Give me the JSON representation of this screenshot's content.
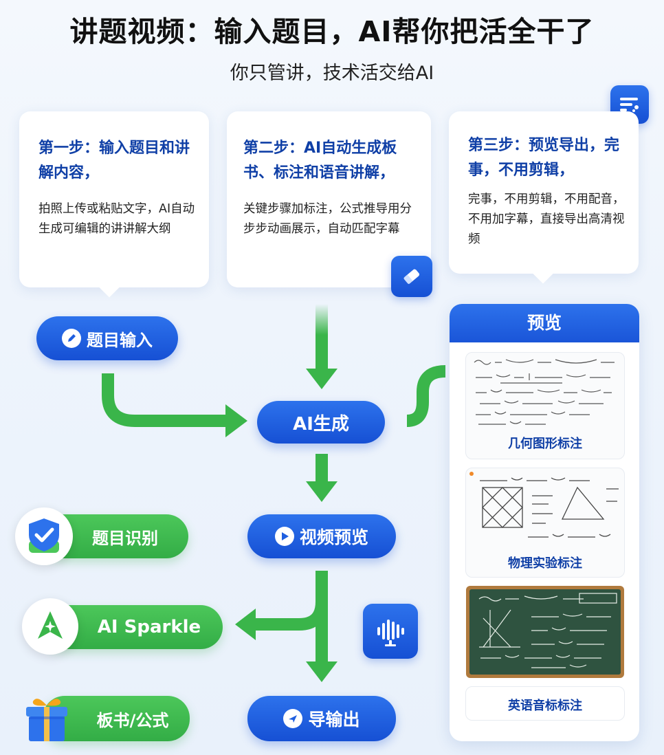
{
  "title": "讲题视频：输入题目，AI帮你把活全干了",
  "subtitle": "你只管讲，技术活交给AI",
  "steps": [
    {
      "title": "第一步：输入题目和讲解内容，",
      "desc": "拍照上传或粘贴文字，AI自动生成可编辑的讲讲解大纲"
    },
    {
      "title": "第二步：AI自动生成板书、标注和语音讲解，",
      "desc": "关键步骤加标注，公式推导用分步步动画展示，自动匹配字幕"
    },
    {
      "title": "第三步：预览导出，完事，不用剪辑，",
      "desc": "完事，不用剪辑，不用配音，不用加字幕，直接导出高清视频"
    }
  ],
  "flow": {
    "topic_input": "题目输入",
    "ai_generate": "AI生成",
    "video_preview": "视频预览",
    "export": "导输出"
  },
  "features": [
    {
      "label": "题目识别",
      "icon": "shield-check-icon"
    },
    {
      "label": "AI Sparkle",
      "icon": "sparkle-arrow-icon"
    },
    {
      "label": "板书/公式",
      "icon": "gift-box-icon"
    }
  ],
  "preview": {
    "header": "预览",
    "items": [
      {
        "label": "几何图形标注"
      },
      {
        "label": "物理实验标注"
      },
      {
        "label": "英语音标标注"
      }
    ]
  },
  "colors": {
    "blue": "#1f5fe0",
    "green": "#3ab54a",
    "title_blue": "#0f3fa6",
    "board_green": "#2f5340",
    "board_frame": "#b07a3d"
  }
}
